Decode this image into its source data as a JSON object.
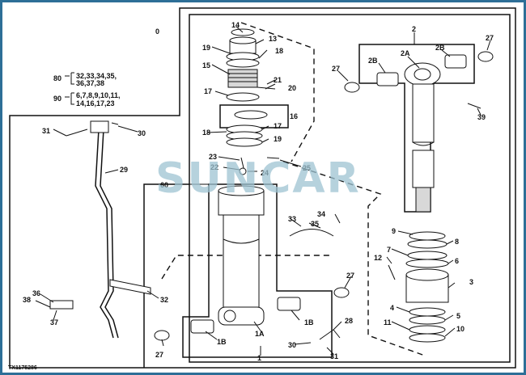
{
  "watermark": "SUNCAR",
  "figure_id": "TX1175286",
  "group_80": {
    "num": "80",
    "items": [
      "32,33,34,35,",
      "36,37,38"
    ]
  },
  "group_90": {
    "num": "90",
    "items": [
      "6,7,8,9,10,11,",
      "14,16,17,23"
    ]
  },
  "callouts": {
    "c0": "0",
    "c1": "1",
    "c1A": "1A",
    "c1B_a": "1B",
    "c1B_b": "1B",
    "c2": "2",
    "c2A": "2A",
    "c2B_a": "2B",
    "c2B_b": "2B",
    "c3": "3",
    "c4": "4",
    "c5": "5",
    "c6": "6",
    "c7": "7",
    "c8": "8",
    "c9": "9",
    "c10": "10",
    "c11": "11",
    "c12": "12",
    "c13": "13",
    "c14": "14",
    "c15": "15",
    "c16": "16",
    "c17_a": "17",
    "c17_b": "17",
    "c18_a": "18",
    "c18_b": "18",
    "c19_a": "19",
    "c19_b": "19",
    "c20": "20",
    "c21": "21",
    "c22": "22",
    "c23": "23",
    "c24": "24",
    "c25": "25",
    "c27_a": "27",
    "c27_b": "27",
    "c27_c": "27",
    "c27_d": "27",
    "c28": "28",
    "c29": "29",
    "c30_a": "30",
    "c30_b": "30",
    "c31_a": "31",
    "c31_b": "31",
    "c32": "32",
    "c33": "33",
    "c34": "34",
    "c35": "35",
    "c36": "36",
    "c37": "37",
    "c38": "38",
    "c39": "39",
    "c60": "60"
  }
}
